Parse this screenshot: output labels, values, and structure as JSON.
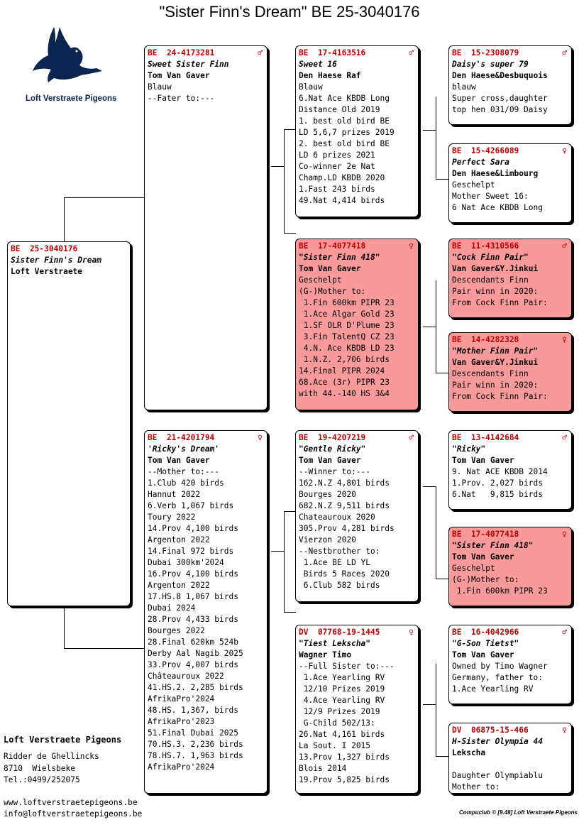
{
  "title": "\"Sister Finn's Dream\"  BE  25-3040176",
  "logo": {
    "text": "Loft Verstraete Pigeons",
    "icon": "pigeon-icon",
    "color": "#0a2550"
  },
  "colors": {
    "ring": "#c00000",
    "highlight": "#f89a9a"
  },
  "subject": {
    "ring": "BE  25-3040176",
    "sex": "",
    "name": "Sister Finn's Dream",
    "owner": "Loft Verstraete",
    "lines": []
  },
  "sire": {
    "ring": "BE  24-4173281",
    "sex": "♂",
    "name": "Sweet Sister Finn",
    "owner": "Tom Van Gaver",
    "lines": [
      "Blauw",
      "--Fater to:---"
    ]
  },
  "dam": {
    "ring": "BE  21-4201794",
    "sex": "♀",
    "name": "'Ricky's Dream'",
    "owner": "Tom Van Gaver",
    "lines": [
      "--Mother to:---",
      "1.Club 420 birds",
      "Hannut 2022",
      "6.Verb 1,067 birds",
      "Toury 2022",
      "14.Prov 4,100 birds",
      "Argenton 2022",
      "14.Final 972 birds",
      "Dubai 300km'2024",
      "16.Prov 4,100 birds",
      "Argenton 2022",
      "17.HS.8 1,067 birds",
      "Dubai 2024",
      "28.Prov 4,433 birds",
      "Bourges 2022",
      "28.Final 620km 524b",
      "Derby Aal Nagib 2025",
      "33.Prov 4,007 birds",
      "Châteauroux 2022",
      "41.HS.2. 2,285 birds",
      "AfrikaPro'2024",
      "48.HS. 1,367, birds",
      "AfrikaPro'2023",
      "51.Final Dubai 2025",
      "70.HS.3. 2,236 birds",
      "78.HS.7. 1,963 birds",
      "AfrikaPro'2024"
    ]
  },
  "ss": {
    "ring": "BE  17-4163516",
    "sex": "♂",
    "name": "Sweet 16",
    "owner": "Den Haese Raf",
    "lines": [
      "Blauw",
      "6.Nat Ace KBDB Long",
      "Distance Old 2019",
      "1. best old bird BE",
      "LD 5,6,7 prizes 2019",
      "2. best old bird BE",
      "LD 6 prizes 2021",
      "Co-winner 2e Nat",
      "Champ.LD KBDB 2020",
      "1.Fast 243 birds",
      "49.Nat 4,414 birds"
    ]
  },
  "sd": {
    "ring": "BE  17-4077418",
    "sex": "♀",
    "name": "\"Sister Finn 418\"",
    "owner": "Tom Van Gaver",
    "lines": [
      "Geschelpt",
      "(G-)Mother to:",
      " 1.Fin 600km PIPR 23",
      " 1.Ace Algar Gold 23",
      " 1.SF OLR D'Plume 23",
      " 3.Fin TalentQ CZ 23",
      " 4.N. Ace KBDB LD 23",
      " 1.N.Z. 2,706 birds",
      "14.Final PIPR 2024",
      "68.Ace (3r) PIPR 23",
      "with 44.-140 HS 3&4"
    ]
  },
  "ds": {
    "ring": "BE  19-4207219",
    "sex": "♂",
    "name": "\"Gentle Ricky\"",
    "owner": "Tom Van Gaver",
    "lines": [
      "--Winner to:---",
      "162.N.Z 4,801 birds",
      "Bourges 2020",
      "682.N.Z 9,511 birds",
      "Chateauroux 2020",
      "305.Prov 4,281 birds",
      "Vierzon 2020",
      "--Nestbrother to:",
      " 1.Ace BE LD YL",
      " Birds 5 Races 2020",
      " 6.Club 582 birds"
    ]
  },
  "dd": {
    "ring": "DV  07768-19-1445",
    "sex": "♀",
    "name": "\"Tiest Lekscha\"",
    "owner": "Wagner Timo",
    "lines": [
      "--Full Sister to:---",
      " 1.Ace Yearling RV",
      " 12/10 Prizes 2019",
      " 4.Ace Yearling RV",
      " 12/9 Prizes 2019",
      " G-Child 502/13:",
      "26.Nat 4,161 birds",
      "La Sout. I 2015",
      "13.Prov 1,327 birds",
      "Blois 2014",
      "19.Prov 5,825 birds"
    ]
  },
  "sss": {
    "ring": "BE  15-2308079",
    "sex": "♂",
    "name": "Daisy's super 79",
    "owner": "Den Haese&Desbuquois",
    "lines": [
      "blauw",
      "Super cross,daughter",
      "top hen 031/09 Daisy"
    ]
  },
  "ssd": {
    "ring": "BE  15-4266089",
    "sex": "♀",
    "name": "Perfect Sara",
    "owner": "Den Haese&Limbourg",
    "lines": [
      "Geschelpt",
      "Mother Sweet 16:",
      "6 Nat Ace KBDB Long"
    ]
  },
  "sds": {
    "ring": "BE  11-4310566",
    "sex": "♂",
    "name": "\"Cock Finn Pair\"",
    "owner": "Van Gaver&Y.Jinkui",
    "lines": [
      "Descendants Finn",
      "Pair winn in 2020:",
      "From Cock Finn Pair:"
    ]
  },
  "sdd": {
    "ring": "BE  14-4282328",
    "sex": "♀",
    "name": "\"Mother Finn Pair\"",
    "owner": "Van Gaver&Y.Jinkui",
    "lines": [
      "Descendants Finn",
      "Pair winn in 2020:",
      "From Cock Finn Pair:"
    ]
  },
  "dss": {
    "ring": "BE  13-4142684",
    "sex": "♂",
    "name": "\"Ricky\"",
    "owner": "Tom Van Gaver",
    "lines": [
      "9. Nat ACE KBDB 2014",
      "1.Prov. 2,027 birds",
      "6.Nat   9,815 birds"
    ]
  },
  "dsd": {
    "ring": "BE  17-4077418",
    "sex": "♀",
    "name": "\"Sister Finn 418\"",
    "owner": "Tom Van Gaver",
    "lines": [
      "Geschelpt",
      "(G-)Mother to:",
      " 1.Fin 600km PIPR 23"
    ]
  },
  "dds": {
    "ring": "BE  16-4042966",
    "sex": "♂",
    "name": "\"G-Son Tietst\"",
    "owner": "Tom Van Gaver",
    "lines": [
      "Owned by Timo Wagner",
      "Germany, father to:",
      "1.Ace Yearling RV"
    ]
  },
  "ddd": {
    "ring": "DV  06875-15-466",
    "sex": "♀",
    "name": "H-Sister Olympia 44",
    "owner": "Lekscha",
    "lines": [
      "",
      "Daughter Olympiablu",
      "Mother to:"
    ]
  },
  "breeder": {
    "name": "Loft Verstraete Pigeons",
    "street": "Ridder de Ghellincks",
    "city": "8710  Wielsbeke",
    "tel": "Tel.:0499/252075",
    "web": "www.loftverstraetepigeons.be",
    "email": "info@loftverstraetepigeons.be"
  },
  "footer": "Compuclub © [9.48]  Loft Verstraete Pigeons"
}
